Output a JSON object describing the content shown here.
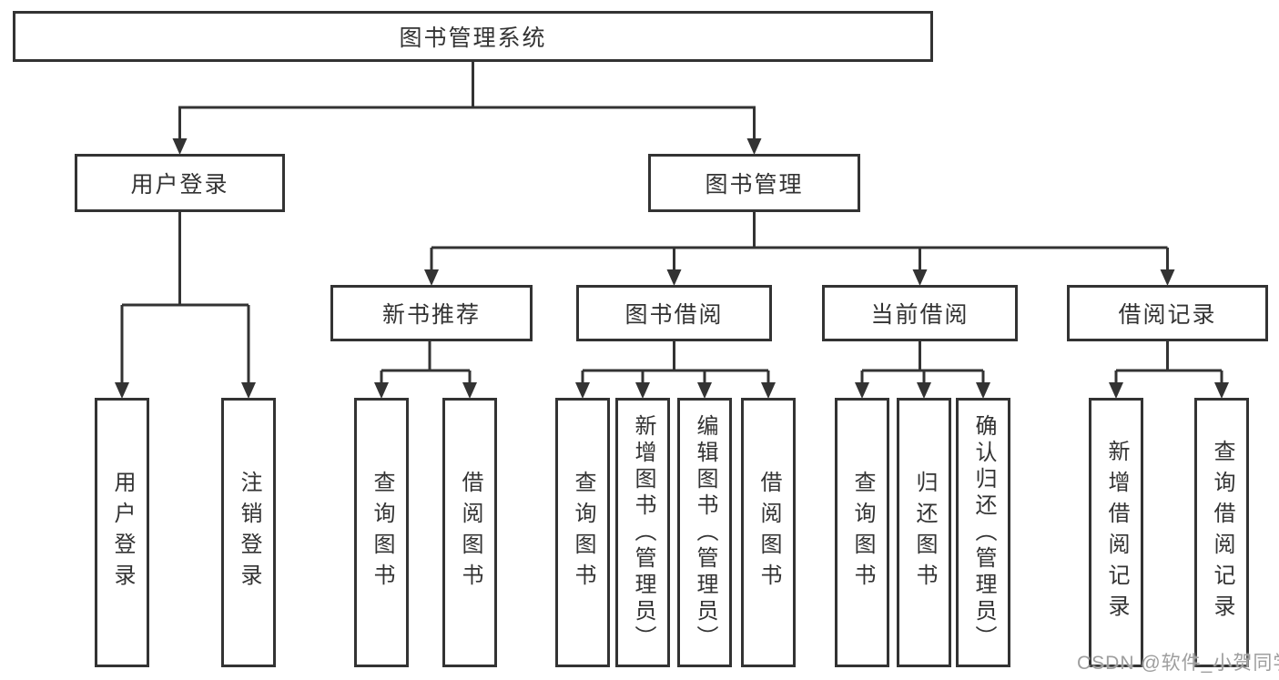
{
  "diagram": {
    "root": {
      "label": "图书管理系统"
    },
    "level2": [
      {
        "label": "用户登录"
      },
      {
        "label": "图书管理"
      }
    ],
    "level3": [
      {
        "label": "新书推荐"
      },
      {
        "label": "图书借阅"
      },
      {
        "label": "当前借阅"
      },
      {
        "label": "借阅记录"
      }
    ],
    "leaves": {
      "user": [
        "用户登录",
        "注销登录"
      ],
      "newbook": [
        "查询图书",
        "借阅图书"
      ],
      "borrow": [
        "查询图书",
        "新增图书（管理员）",
        "编辑图书（管理员）",
        "借阅图书"
      ],
      "current": [
        "查询图书",
        "归还图书",
        "确认归还（管理员）"
      ],
      "records": [
        "新增借阅记录",
        "查询借阅记录"
      ]
    }
  },
  "watermark": "CSDN @软件_小贺同学",
  "colors": {
    "line": "#333333",
    "text": "#333333",
    "watermark": "#9e9e9e",
    "background": "#ffffff"
  }
}
